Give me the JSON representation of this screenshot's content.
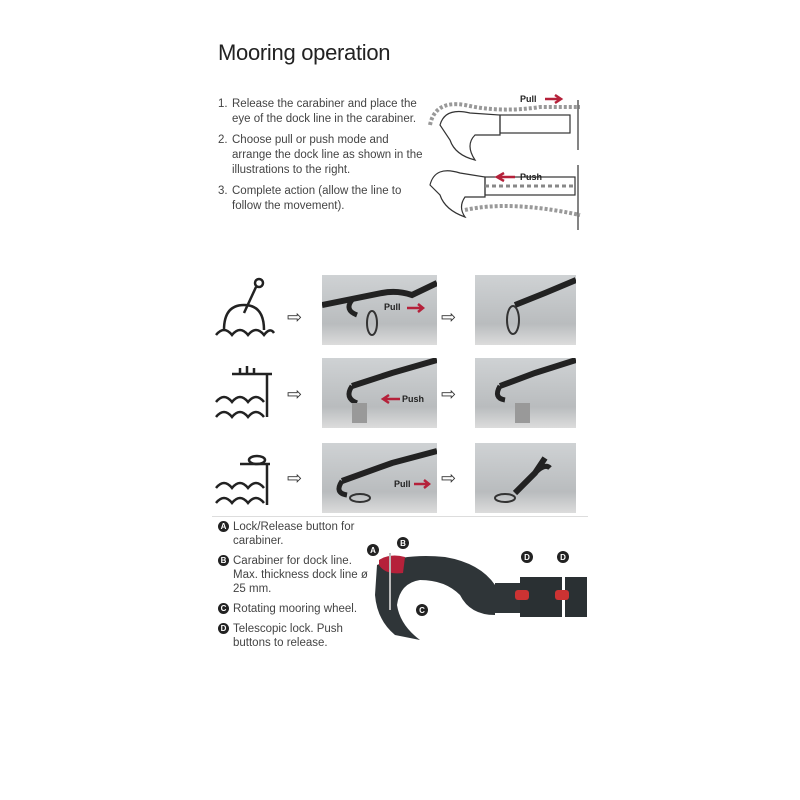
{
  "title": "Mooring operation",
  "steps": [
    {
      "num": "1.",
      "text": "Release the carabiner and place the eye of the dock line in the carabiner."
    },
    {
      "num": "2.",
      "text": "Choose pull or push mode and arrange the dock line as shown in the illustrations to the right."
    },
    {
      "num": "3.",
      "text": "Complete action (allow the line to follow the movement)."
    }
  ],
  "diagram_labels": {
    "pull": "Pull",
    "push": "Push"
  },
  "rows": [
    {
      "icon": "buoy-icon",
      "label": "Pull"
    },
    {
      "icon": "dock-cleat-icon",
      "label": "Push"
    },
    {
      "icon": "bollard-ring-icon",
      "label": "Pull"
    }
  ],
  "legend": [
    {
      "key": "A",
      "text": "Lock/Release button for carabiner."
    },
    {
      "key": "B",
      "text": "Carabiner for dock line. Max. thickness dock line ø 25 mm."
    },
    {
      "key": "C",
      "text": "Rotating mooring wheel."
    },
    {
      "key": "D",
      "text": "Telescopic lock. Push buttons to release."
    }
  ],
  "tool_callouts": [
    "A",
    "B",
    "C",
    "D",
    "D"
  ],
  "colors": {
    "accent": "#b5213a",
    "tool": "#2f3538"
  }
}
